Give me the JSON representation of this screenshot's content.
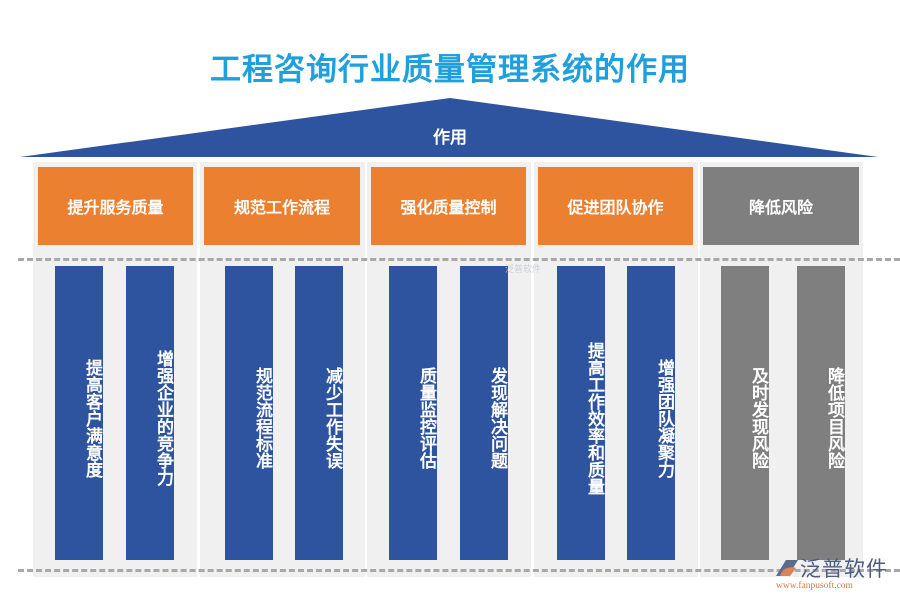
{
  "title": "工程咨询行业质量管理系统的作用",
  "roof": {
    "label": "作用",
    "color": "#2e54a0"
  },
  "colors": {
    "title": "#1fa0dd",
    "orange": "#ea8030",
    "gray": "#7f7f7f",
    "blue": "#2e54a0",
    "panel": "#f0f0f0"
  },
  "columns": [
    {
      "header": "提升服务质量",
      "theme": "orange",
      "items": [
        "提高客户满意度",
        "增强企业的竞争力"
      ]
    },
    {
      "header": "规范工作流程",
      "theme": "orange",
      "items": [
        "规范流程标准",
        "减少工作失误"
      ]
    },
    {
      "header": "强化质量控制",
      "theme": "orange",
      "items": [
        "质量监控评估",
        "发现解决问题"
      ]
    },
    {
      "header": "促进团队协作",
      "theme": "orange",
      "items": [
        "提高工作效率和质量",
        "增强团队凝聚力"
      ]
    },
    {
      "header": "降低风险",
      "theme": "gray",
      "items": [
        "及时发现风险",
        "降低项目风险"
      ]
    }
  ],
  "watermark": {
    "center_text": "泛普软件",
    "logo_name": "泛普软件",
    "logo_url": "www.fanpusoft.com"
  }
}
